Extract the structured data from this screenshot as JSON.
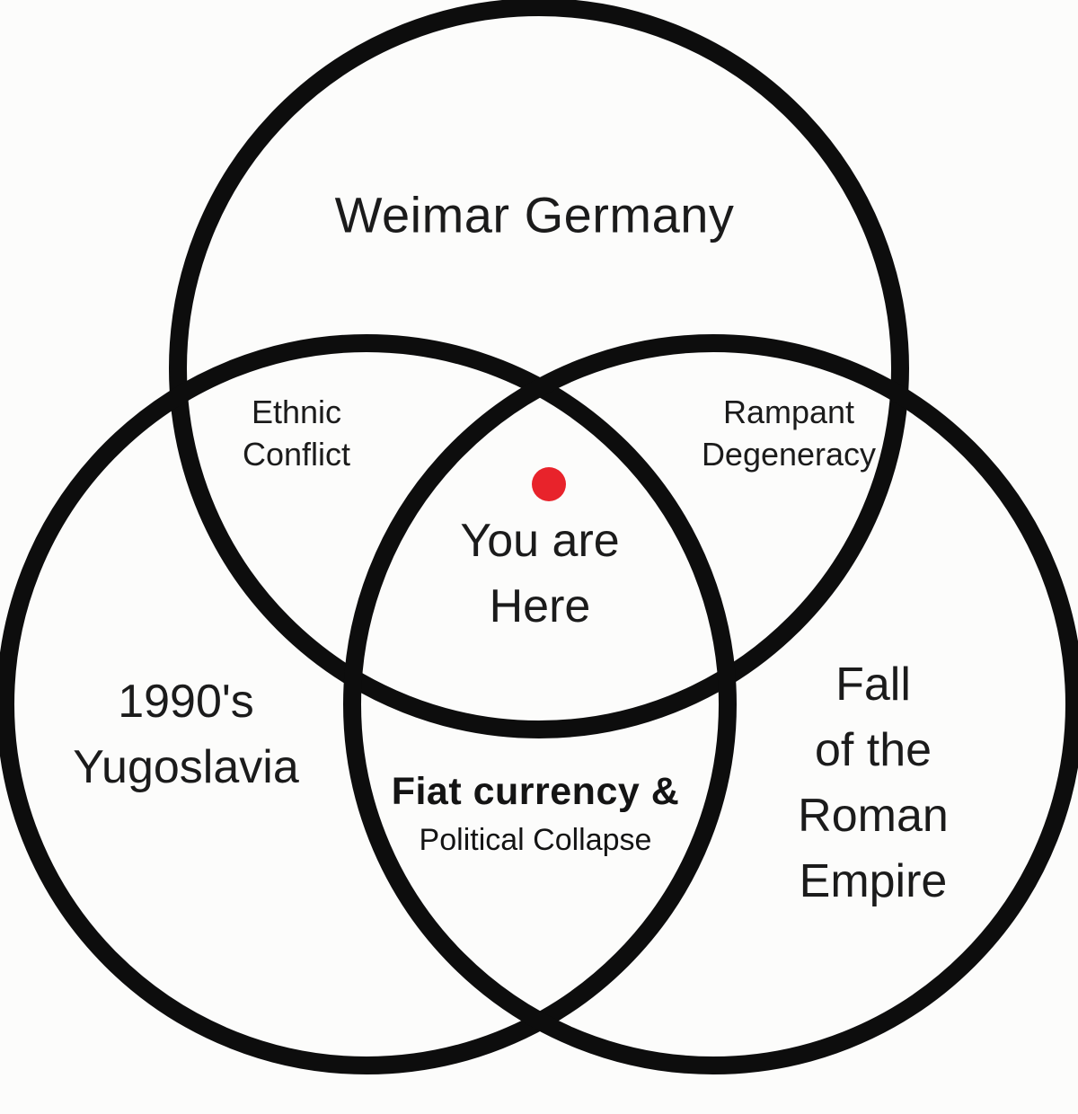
{
  "diagram": {
    "type": "venn-3-circles",
    "background_color": "#fcfcfb",
    "circle_stroke_color": "#0d0d0d",
    "text_color": "#1b1b1b",
    "marker": {
      "label": "you-are-here-dot",
      "color": "#e8232b"
    },
    "sets": {
      "top": {
        "label": "Weimar Germany"
      },
      "bottom_left": {
        "label": "1990's\nYugoslavia"
      },
      "bottom_right": {
        "label": "Fall\nof the\nRoman\nEmpire"
      }
    },
    "intersections": {
      "top_and_bottom_left": {
        "label": "Ethnic\nConflict"
      },
      "top_and_bottom_right": {
        "label": "Rampant\nDegeneracy"
      },
      "bottom_left_and_bottom_right": {
        "label_line1": "Fiat currency &",
        "label_line2": "Political Collapse"
      },
      "all_three": {
        "label": "You are\nHere"
      }
    }
  }
}
